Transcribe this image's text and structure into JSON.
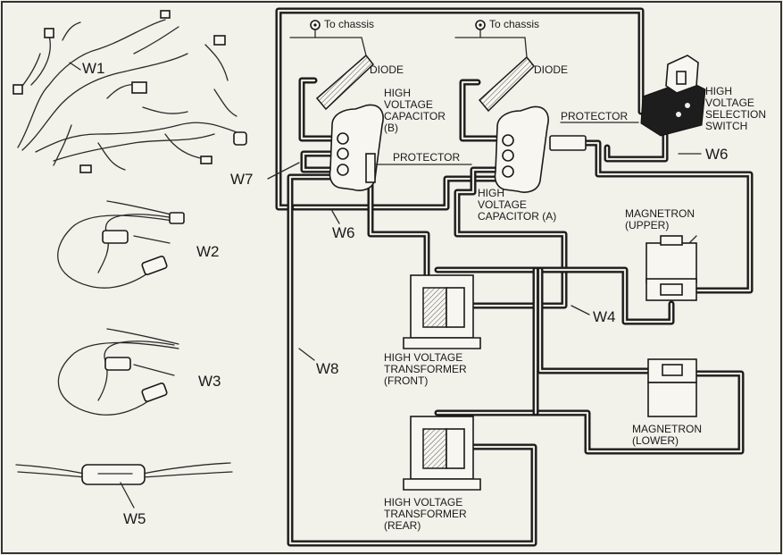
{
  "labels": {
    "w1": "W1",
    "w2": "W2",
    "w3": "W3",
    "w4": "W4",
    "w5": "W5",
    "w6_left": "W6",
    "w6_right": "W6",
    "w7": "W7",
    "w8": "W8",
    "to_chassis_left": "To chassis",
    "to_chassis_right": "To chassis",
    "diode_left": "DIODE",
    "diode_right": "DIODE",
    "cap_b": [
      "HIGH",
      "VOLTAGE",
      "CAPACITOR",
      "(B)"
    ],
    "cap_a": [
      "HIGH",
      "VOLTAGE",
      "CAPACITOR (A)"
    ],
    "protector_left": "PROTECTOR",
    "protector_right": "PROTECTOR",
    "hv_switch": [
      "HIGH",
      "VOLTAGE",
      "SELECTION",
      "SWITCH"
    ],
    "magnetron_upper": [
      "MAGNETRON",
      "(UPPER)"
    ],
    "magnetron_lower": [
      "MAGNETRON",
      "(LOWER)"
    ],
    "transformer_front": [
      "HIGH VOLTAGE",
      "TRANSFORMER",
      "(FRONT)"
    ],
    "transformer_rear": [
      "HIGH VOLTAGE",
      "TRANSFORMER",
      "(REAR)"
    ]
  },
  "icons": [
    "chassis-ground-icon",
    "diode-icon",
    "capacitor-icon",
    "transformer-icon",
    "magnetron-icon",
    "switch-icon",
    "protector-fuse-icon",
    "wire-harness-icon"
  ],
  "colors": {
    "paper": "#f2f1ea",
    "ink": "#1c1c1c"
  }
}
